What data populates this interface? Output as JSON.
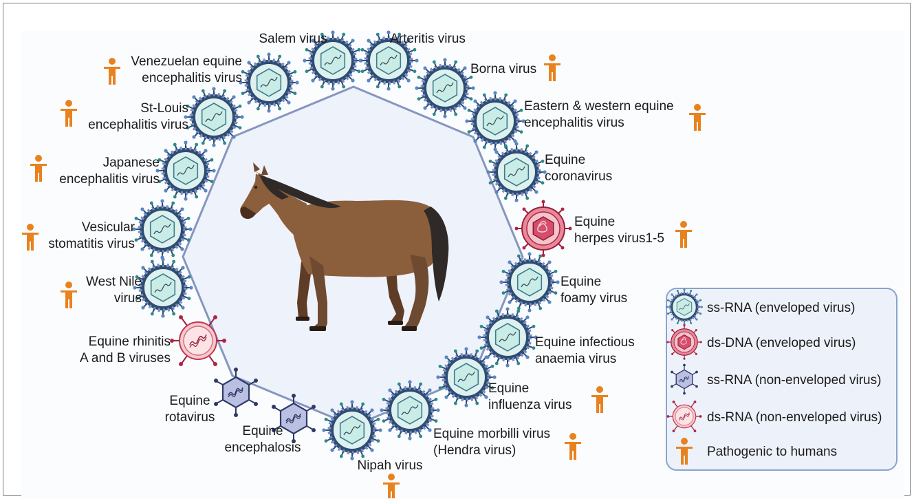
{
  "figure": {
    "viruses": [
      {
        "id": "salem",
        "lines": [
          "Salem virus"
        ],
        "type": "ss-RNA-env",
        "human": false
      },
      {
        "id": "arteritis",
        "lines": [
          "Arteritis virus"
        ],
        "type": "ss-RNA-env",
        "human": false
      },
      {
        "id": "borna",
        "lines": [
          "Borna virus"
        ],
        "type": "ss-RNA-env",
        "human": true
      },
      {
        "id": "eee-wee",
        "lines": [
          "Eastern & western equine",
          "encephalitis virus"
        ],
        "type": "ss-RNA-env",
        "human": true
      },
      {
        "id": "corona",
        "lines": [
          "Equine",
          "coronavirus"
        ],
        "type": "ss-RNA-env",
        "human": false
      },
      {
        "id": "herpes",
        "lines": [
          "Equine",
          "herpes virus1-5"
        ],
        "type": "ds-DNA-env",
        "human": true
      },
      {
        "id": "foamy",
        "lines": [
          "Equine",
          "foamy virus"
        ],
        "type": "ss-RNA-env",
        "human": false
      },
      {
        "id": "eia",
        "lines": [
          "Equine infectious",
          "anaemia virus"
        ],
        "type": "ss-RNA-env",
        "human": false
      },
      {
        "id": "influenza",
        "lines": [
          "Equine",
          "influenza virus"
        ],
        "type": "ss-RNA-env",
        "human": true
      },
      {
        "id": "morbilli",
        "lines": [
          "Equine morbilli virus",
          "(Hendra virus)"
        ],
        "type": "ss-RNA-env",
        "human": true
      },
      {
        "id": "nipah",
        "lines": [
          "Nipah virus"
        ],
        "type": "ss-RNA-env",
        "human": true
      },
      {
        "id": "encephalosis",
        "lines": [
          "Equine",
          "encephalosis"
        ],
        "type": "ss-RNA-nonenv",
        "human": false
      },
      {
        "id": "rotavirus",
        "lines": [
          "Equine",
          "rotavirus"
        ],
        "type": "ss-RNA-nonenv",
        "human": false
      },
      {
        "id": "rhinitis",
        "lines": [
          "Equine rhinitis",
          "A and B viruses"
        ],
        "type": "ds-RNA-nonenv",
        "human": false
      },
      {
        "id": "west-nile",
        "lines": [
          "West Nile",
          "virus"
        ],
        "type": "ss-RNA-env",
        "human": true
      },
      {
        "id": "vsv",
        "lines": [
          "Vesicular",
          "stomatitis virus"
        ],
        "type": "ss-RNA-env",
        "human": true
      },
      {
        "id": "jev",
        "lines": [
          "Japanese",
          "encephalitis virus"
        ],
        "type": "ss-RNA-env",
        "human": true
      },
      {
        "id": "slev",
        "lines": [
          "St-Louis",
          "encephalitis virus"
        ],
        "type": "ss-RNA-env",
        "human": true
      },
      {
        "id": "vee",
        "lines": [
          "Venezuelan equine",
          "encephalitis virus"
        ],
        "type": "ss-RNA-env",
        "human": true
      }
    ]
  },
  "legend": {
    "items": [
      {
        "type": "ss-RNA-env",
        "label": "ss-RNA (enveloped virus)"
      },
      {
        "type": "ds-DNA-env",
        "label": "ds-DNA (enveloped virus)"
      },
      {
        "type": "ss-RNA-nonenv",
        "label": "ss-RNA (non-enveloped virus)"
      },
      {
        "type": "ds-RNA-nonenv",
        "label": "ds-RNA (non-enveloped virus)"
      },
      {
        "type": "human",
        "label": "Pathogenic to humans"
      }
    ]
  },
  "colors": {
    "octagon_stroke": "#8696bf",
    "octagon_fill": "#eef2fa",
    "human_icon": "#e8821e",
    "legend_border": "#8aa3cf",
    "legend_fill": "#edf1fa"
  }
}
